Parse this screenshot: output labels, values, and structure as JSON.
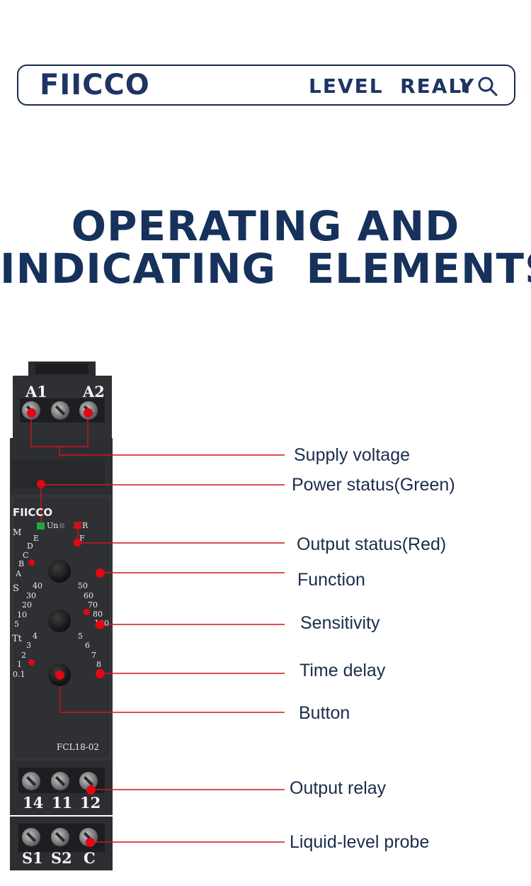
{
  "header": {
    "logo": "FIICCO",
    "product_title": "LEVEL  REALY",
    "search_icon": "search-icon"
  },
  "heading": {
    "line1": "OPERATING AND",
    "line2": "INDICATING  ELEMENTS"
  },
  "device": {
    "top_terminals": [
      "A1",
      "A2"
    ],
    "brand": "FIICCO",
    "led_un": "Un",
    "led_r": "R",
    "model": "FCL18-02",
    "function_scale_left": [
      "M",
      "E",
      "D",
      "C",
      "B",
      "A"
    ],
    "function_scale_right": [
      "F"
    ],
    "sensitivity_prefix": "S",
    "sensitivity_scale_left": [
      "40",
      "30",
      "20",
      "10",
      "5"
    ],
    "sensitivity_scale_right": [
      "50",
      "60",
      "70",
      "80",
      "100"
    ],
    "time_prefix": "Tt",
    "time_scale_left": [
      "4",
      "3",
      "2",
      "1",
      "0.1"
    ],
    "time_scale_right": [
      "5",
      "6",
      "7",
      "8"
    ],
    "output_terminals": [
      "14",
      "11",
      "12"
    ],
    "probe_terminals": [
      "S1",
      "S2",
      "C"
    ],
    "colors": {
      "body": "#2f3033",
      "callout_line": "#d4121f",
      "power_led": "#1faa3c",
      "output_led": "#e30613"
    }
  },
  "callouts": [
    "Supply voltage",
    "Power status(Green)",
    "Output status(Red)",
    "Function",
    "Sensitivity",
    "Time delay",
    "Button",
    "Output relay",
    "Liquid-level probe"
  ]
}
